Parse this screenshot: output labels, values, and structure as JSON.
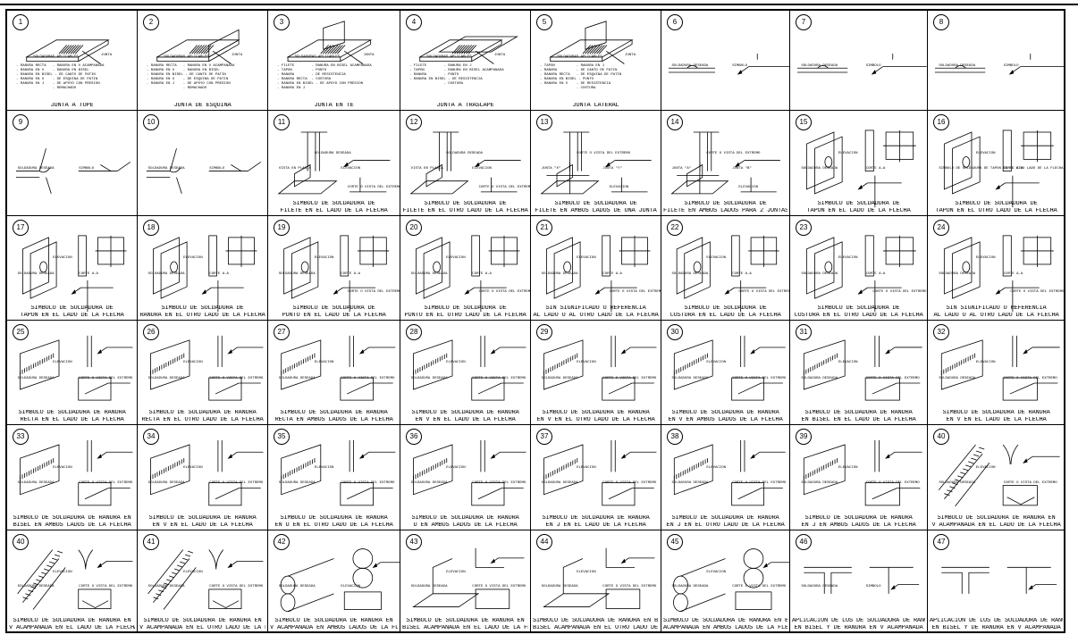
{
  "sheet": {
    "title": ""
  },
  "cells": [
    {
      "n": "1",
      "cap": [
        "JUNTA A TOPE"
      ],
      "fig": "butt",
      "sub": [
        "SOLDADURAS APLICABLES"
      ],
      "list": "- RANURA RECTA   - RANURA EN V ACAMPANADA\n- RANURA EN V    - RANURA EN BISEL\n- RANURA EN BISEL - DE CANTO DE PATIN\n- RANURA EN U    - DE ESQUINA DE PATIN\n- RANURA EN J    - DE APOYO CON PRESION\n                 - REMACHADO",
      "weld": "JUNTA"
    },
    {
      "n": "2",
      "cap": [
        "JUNTA DE ESQUINA"
      ],
      "fig": "corner",
      "sub": [
        "SOLDADURAS APLICABLES"
      ],
      "list": "- RANURA RECTA   - RANURA EN V ACAMPANADA\n- RANURA EN V    - RANURA EN BISEL\n- RANURA EN BISEL - DE CANTO DE PATIN\n- RANURA EN U    - DE ESQUINA DE PATIN\n- RANURA EN J    - DE APOYO CON PRESION\n                 - REMACHADO",
      "weld": "JUNTA"
    },
    {
      "n": "3",
      "cap": [
        "JUNTA EN TE"
      ],
      "fig": "tee",
      "sub": [
        "SOLDADURAS APLICABLES"
      ],
      "list": "- FILETE        - RANURA EN BISEL ACAMPANADA\n- TAPON         - PUNTO\n- RANURA        - DE RESISTENCIA\n- RANURA RECTA  - COSTURA\n- RANURA EN BISEL - DE APOYO CON PRESION\n- RANURA EN J",
      "weld": "JUNTA"
    },
    {
      "n": "4",
      "cap": [
        "JUNTA A TRASLAPE"
      ],
      "fig": "lap",
      "sub": [
        "SOLDADURAS APLICABLES"
      ],
      "list": "- FILETE        - RANURA EN J\n- TAPON         - RANURA EN BISEL ACAMPANADA\n- RANURA        - PUNTO\n- RANURA EN BISEL - DE RESISTENCIA\n                - COSTURA",
      "weld": "JUNTA"
    },
    {
      "n": "5",
      "cap": [
        "JUNTA LATERAL"
      ],
      "fig": "edge",
      "sub": [
        "SOLDADURAS APLICABLES"
      ],
      "list": "- TAPON          - RANURA EN J\n- RANURA         - DE CANTO DE PATIN\n- RANURA RECTA   - DE ESQUINA DE PATIN\n- RANURA EN BISEL - PUNTO\n- RANURA EN V    - DE RESISTENCIA\n                 - COSTURA",
      "weld": "JUNTA"
    },
    {
      "n": "6",
      "cap": [
        ""
      ],
      "fig": "sym",
      "sub": [
        "SOLDADURA DESEADA",
        "SIMBOLO"
      ]
    },
    {
      "n": "7",
      "cap": [
        ""
      ],
      "fig": "sym",
      "sub": [
        "SOLDADURA DESEADA",
        "SIMBOLO"
      ]
    },
    {
      "n": "8",
      "cap": [
        ""
      ],
      "fig": "sym",
      "sub": [
        "SOLDADURA DESEADA",
        "SIMBOLO"
      ]
    },
    {
      "n": "9",
      "cap": [
        ""
      ],
      "fig": "sym2",
      "sub": [
        "SOLDADURA DESEADA",
        "SIMBOLO"
      ]
    },
    {
      "n": "10",
      "cap": [
        ""
      ],
      "fig": "sym2",
      "sub": [
        "SOLDADURA DESEADA",
        "SIMBOLO"
      ]
    },
    {
      "n": "11",
      "cap": [
        "SIMBOLO DE SOLDADURA DE",
        "FILETE EN EL LADO DE LA FLECHA"
      ],
      "fig": "fillet",
      "sub": [
        "VISTA EN PLANTA",
        "ELEVACION",
        "SOLDADURA DESEADA",
        "CORTE O VISTA DEL EXTREMO"
      ]
    },
    {
      "n": "12",
      "cap": [
        "SIMBOLO DE SOLDADURA DE",
        "FILETE EN EL OTRO LADO DE LA FLECHA"
      ],
      "fig": "fillet",
      "sub": [
        "VISTA EN PLANTA",
        "ELEVACION",
        "SOLDADURA DESEADA",
        "CORTE O VISTA DEL EXTREMO"
      ]
    },
    {
      "n": "13",
      "cap": [
        "SIMBOLO DE SOLDADURA DE",
        "FILETE EN AMBOS LADOS DE UNA JUNTA"
      ],
      "fig": "fillet2",
      "sub": [
        "JUNTA \"X\"",
        "JUNTA \"Y\"",
        "CORTE O VISTA DEL EXTREMO",
        "ELEVACION"
      ]
    },
    {
      "n": "14",
      "cap": [
        "SIMBOLO DE SOLDADURA DE",
        "FILETE EN AMBOS LADOS PARA 2 JUNTAS"
      ],
      "fig": "fillet2",
      "sub": [
        "JUNTA \"A\"",
        "JUNTA \"B\"",
        "CORTE O VISTA DEL EXTREMO",
        "ELEVACION"
      ]
    },
    {
      "n": "15",
      "cap": [
        "SIMBOLO DE SOLDADURA DE",
        "TAPON EN EL LADO DE LA FLECHA"
      ],
      "fig": "plug",
      "sub": [
        "SOLDADURA DESEADA",
        "CORTE A-A",
        "ELEVACION"
      ]
    },
    {
      "n": "16",
      "cap": [
        "SIMBOLO DE SOLDADURA DE",
        "TAPON EN EL OTRO LADO DE LA FLECHA"
      ],
      "fig": "plug",
      "sub": [
        "SIMBOLO DE SOLDADURA DE TAPON EN EL OTRO LADO DE LA FLECHA",
        "CORTE A-A",
        "ELEVACION"
      ]
    },
    {
      "n": "17",
      "cap": [
        "SIMBOLO DE SOLDADURA DE",
        "TAPON EN EL LADO DE LA FLECHA"
      ],
      "fig": "slot",
      "sub": [
        "SOLDADURA DESEADA",
        "CORTE A-A",
        "ELEVACION"
      ]
    },
    {
      "n": "18",
      "cap": [
        "SIMBOLO DE SOLDADURA DE",
        "RANURA EN EL OTRO LADO DE LA FLECHA"
      ],
      "fig": "slot",
      "sub": [
        "SOLDADURA DESEADA",
        "CORTE A-A",
        "ELEVACION"
      ]
    },
    {
      "n": "19",
      "cap": [
        "SIMBOLO DE SOLDADURA DE",
        "PUNTO EN EL LADO DE LA FLECHA"
      ],
      "fig": "spot",
      "sub": [
        "SOLDADURA DESEADA",
        "CORTE A-A",
        "ELEVACION",
        "CORTE O VISTA DEL EXTREMO"
      ]
    },
    {
      "n": "20",
      "cap": [
        "SIMBOLO DE SOLDADURA DE",
        "PUNTO EN EL OTRO LADO DE LA FLECHA"
      ],
      "fig": "spot",
      "sub": [
        "SOLDADURA DESEADA",
        "CORTE A-A",
        "ELEVACION",
        "CORTE O VISTA DEL EXTREMO"
      ]
    },
    {
      "n": "21",
      "cap": [
        "SIN SIGNIFICADO O REFERENCIA",
        "AL LADO O AL OTRO LADO DE LA FLECHA"
      ],
      "fig": "spot",
      "sub": [
        "SOLDADURA DESEADA",
        "CORTE A-A",
        "ELEVACION",
        "CORTE O VISTA DEL EXTREMO"
      ]
    },
    {
      "n": "22",
      "cap": [
        "SIMBOLO DE SOLDADURA DE",
        "COSTURA EN EL LADO DE LA FLECHA"
      ],
      "fig": "spot",
      "sub": [
        "SOLDADURA DESEADA",
        "CORTE A-A",
        "ELEVACION",
        "CORTE O VISTA DEL EXTREMO"
      ]
    },
    {
      "n": "23",
      "cap": [
        "SIMBOLO DE SOLDADURA DE",
        "COSTURA EN EL OTRO LADO DE LA FLECHA"
      ],
      "fig": "spot",
      "sub": [
        "SOLDADURA DESEADA",
        "CORTE A-A",
        "ELEVACION",
        "CORTE O VISTA DEL EXTREMO"
      ]
    },
    {
      "n": "24",
      "cap": [
        "SIN SIGNIFICADO O REFERENCIA",
        "AL LADO O AL OTRO LADO DE LA FLECHA"
      ],
      "fig": "spot",
      "sub": [
        "SOLDADURA DESEADA",
        "CORTE A-A",
        "ELEVACION",
        "CORTE O VISTA DEL EXTREMO"
      ]
    },
    {
      "n": "25",
      "cap": [
        "SIMBOLO DE SOLDADURA DE RANURA",
        "RECTA EN EL LADO DE LA FLECHA"
      ],
      "fig": "groove",
      "sub": [
        "SOLDADURA DESEADA",
        "CORTE O VISTA DEL EXTREMO",
        "ELEVACION"
      ]
    },
    {
      "n": "26",
      "cap": [
        "SIMBOLO DE SOLDADURA DE RANURA",
        "RECTA EN EL OTRO LADO DE LA FLECHA"
      ],
      "fig": "groove",
      "sub": [
        "SOLDADURA DESEADA",
        "CORTE O VISTA DEL EXTREMO",
        "ELEVACION"
      ]
    },
    {
      "n": "27",
      "cap": [
        "SIMBOLO DE SOLDADURA DE RANURA",
        "RECTA EN AMBOS LADOS DE LA FLECHA"
      ],
      "fig": "groove",
      "sub": [
        "SOLDADURA DESEADA",
        "CORTE O VISTA DEL EXTREMO",
        "ELEVACION"
      ]
    },
    {
      "n": "28",
      "cap": [
        "SIMBOLO DE SOLDADURA DE RANURA",
        "EN V EN EL LADO DE LA FLECHA"
      ],
      "fig": "groove",
      "sub": [
        "SOLDADURA DESEADA",
        "CORTE O VISTA DEL EXTREMO",
        "ELEVACION"
      ]
    },
    {
      "n": "29",
      "cap": [
        "SIMBOLO DE SOLDADURA DE RANURA",
        "EN V EN EL OTRO LADO DE LA FLECHA"
      ],
      "fig": "groove",
      "sub": [
        "SOLDADURA DESEADA",
        "CORTE O VISTA DEL EXTREMO",
        "ELEVACION"
      ]
    },
    {
      "n": "30",
      "cap": [
        "SIMBOLO DE SOLDADURA DE RANURA",
        "EN V EN AMBOS LADOS DE LA FLECHA"
      ],
      "fig": "groove",
      "sub": [
        "SOLDADURA DESEADA",
        "CORTE O VISTA DEL EXTREMO",
        "ELEVACION"
      ]
    },
    {
      "n": "31",
      "cap": [
        "SIMBOLO DE SOLDADURA DE RANURA",
        "EN BISEL EN EL LADO DE LA FLECHA"
      ],
      "fig": "groove",
      "sub": [
        "SOLDADURA DESEADA",
        "CORTE O VISTA DEL EXTREMO",
        "ELEVACION"
      ]
    },
    {
      "n": "32",
      "cap": [
        "SIMBOLO DE SOLDADURA DE RANURA",
        "EN V EN EL LADO DE LA FLECHA"
      ],
      "fig": "groove",
      "sub": [
        "SOLDADURA DESEADA",
        "CORTE O VISTA DEL EXTREMO",
        "ELEVACION"
      ]
    },
    {
      "n": "33",
      "cap": [
        "SIMBOLO DE SOLDADURA DE RANURA EN",
        "BISEL EN AMBOS LADOS DE LA FLECHA"
      ],
      "fig": "groove",
      "sub": [
        "SOLDADURA DESEADA",
        "CORTE O VISTA DEL EXTREMO",
        "ELEVACION"
      ]
    },
    {
      "n": "34",
      "cap": [
        "SIMBOLO DE SOLDADURA DE RANURA",
        "EN V EN EL LADO DE LA FLECHA"
      ],
      "fig": "groove",
      "sub": [
        "SOLDADURA DESEADA",
        "CORTE O VISTA DEL EXTREMO",
        "ELEVACION"
      ]
    },
    {
      "n": "35",
      "cap": [
        "SIMBOLO DE SOLDADURA DE RANURA",
        "EN U EN EL OTRO LADO DE LA FLECHA"
      ],
      "fig": "groove",
      "sub": [
        "SOLDADURA DESEADA",
        "CORTE O VISTA DEL EXTREMO",
        "ELEVACION"
      ]
    },
    {
      "n": "36",
      "cap": [
        "SIMBOLO DE SOLDADURA DE RANURA",
        "U EN AMBOS LADOS DE LA FLECHA"
      ],
      "fig": "groove",
      "sub": [
        "SOLDADURA DESEADA",
        "CORTE O VISTA DEL EXTREMO",
        "ELEVACION"
      ]
    },
    {
      "n": "37",
      "cap": [
        "SIMBOLO DE SOLDADURA DE RANURA",
        "EN J EN EL LADO DE LA FLECHA"
      ],
      "fig": "groove",
      "sub": [
        "SOLDADURA DESEADA",
        "CORTE O VISTA DEL EXTREMO",
        "ELEVACION"
      ]
    },
    {
      "n": "38",
      "cap": [
        "SIMBOLO DE SOLDADURA DE RANURA",
        "EN J EN EL OTRO LADO DE LA FLECHA"
      ],
      "fig": "groove",
      "sub": [
        "SOLDADURA DESEADA",
        "CORTE O VISTA DEL EXTREMO",
        "ELEVACION"
      ]
    },
    {
      "n": "39",
      "cap": [
        "SIMBOLO DE SOLDADURA DE RANURA",
        "EN J EN AMBOS LADOS DE LA FLECHA"
      ],
      "fig": "groove",
      "sub": [
        "SOLDADURA DESEADA",
        "CORTE O VISTA DEL EXTREMO",
        "ELEVACION"
      ]
    },
    {
      "n": "40",
      "cap": [
        "SIMBOLO DE SOLDADURA DE RANURA EN",
        "V ACAMPANADA EN EL LADO DE LA FLECHA"
      ],
      "fig": "flare",
      "sub": [
        "SOLDADURA DESEADA",
        "CORTE O VISTA DEL EXTREMO",
        "ELEVACION"
      ]
    },
    {
      "n": "40",
      "cap": [
        "SIMBOLO DE SOLDADURA DE RANURA EN",
        "V ACAMPANADA EN EL LADO DE LA FLECHA"
      ],
      "fig": "flare",
      "sub": [
        "SOLDADURA DESEADA",
        "CORTE O VISTA DEL EXTREMO",
        "ELEVACION"
      ]
    },
    {
      "n": "41",
      "cap": [
        "SIMBOLO DE SOLDADURA DE RANURA EN",
        "V ACAMPANADA EN EL OTRO LADO DE LA FLECHA"
      ],
      "fig": "flare",
      "sub": [
        "SOLDADURA DESEADA",
        "CORTE O VISTA DEL EXTREMO",
        "ELEVACION"
      ]
    },
    {
      "n": "42",
      "cap": [
        "SIMBOLO DE SOLDADURA DE RANURA EN",
        "V ACAMPANADA EN AMBOS LADOS DE LA FLECHA"
      ],
      "fig": "pipe",
      "sub": [
        "SOLDADURA DESEADA",
        "ELEVACION"
      ]
    },
    {
      "n": "43",
      "cap": [
        "SIMBOLO DE SOLDADURA DE RANURA EN",
        "BISEL ACAMPANADA EN EL LADO DE LA FLECHA"
      ],
      "fig": "angle",
      "sub": [
        "SOLDADURA DESEADA",
        "CORTE O VISTA DEL EXTREMO",
        "ELEVACION"
      ]
    },
    {
      "n": "44",
      "cap": [
        "SIMBOLO DE SOLDADURA DE RANURA EN BISEL",
        "BISEL ACAMPANADA EN EL OTRO LADO DE LA FLECHA"
      ],
      "fig": "angle",
      "sub": [
        "SOLDADURA DESEADA",
        "CORTE O VISTA DEL EXTREMO",
        "ELEVACION"
      ]
    },
    {
      "n": "45",
      "cap": [
        "SIMBOLO DE SOLDADURA DE RANURA EN BISEL",
        "ACAMPANADA EN AMBOS LADOS DE LA FLECHA"
      ],
      "fig": "pipe2",
      "sub": [
        "SOLDADURA DESEADA",
        "CORTE O VISTA DEL EXTREMO",
        "ELEVACION"
      ]
    },
    {
      "n": "46",
      "cap": [
        "APLICACION DE LOS DE SOLDADURA DE RANURA",
        "EN BISEL Y DE RANURA EN V ACAMPANADA"
      ],
      "fig": "apply",
      "sub": [
        "SOLDADURA DESEADA",
        "SIMBOLO"
      ]
    },
    {
      "n": "47",
      "cap": [
        "APLICACION DE LOS DE SOLDADURA DE RANURA",
        "EN BISEL Y DE RANURA EN V ACAMPANADA"
      ],
      "fig": "apply2",
      "sub": [
        "",
        ""
      ]
    }
  ]
}
